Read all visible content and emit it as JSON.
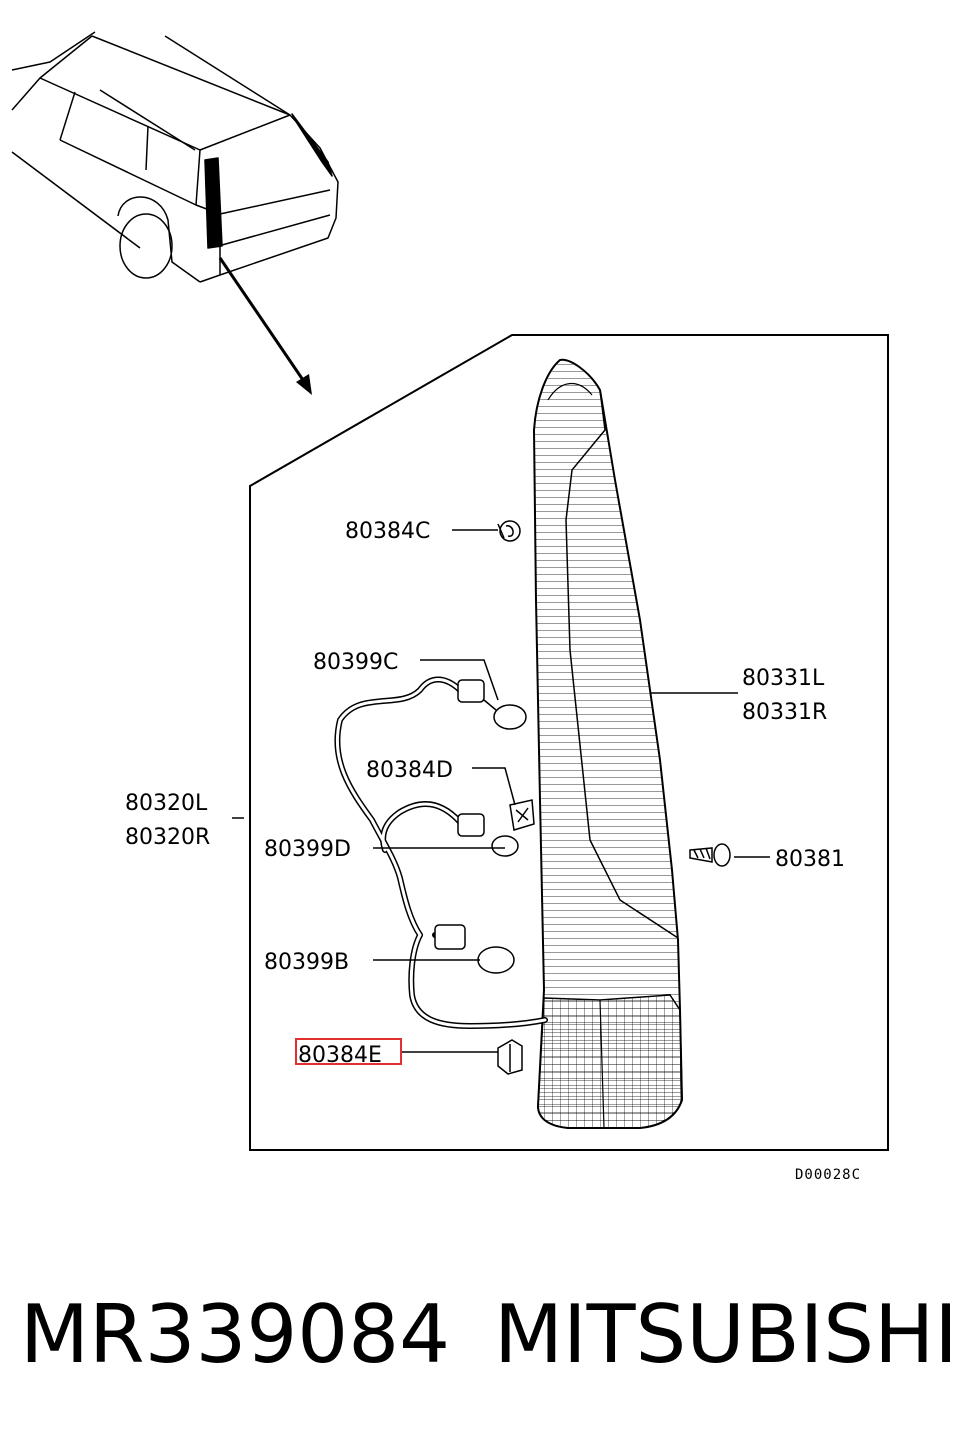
{
  "callouts": {
    "c80384C": "80384C",
    "c80399C": "80399C",
    "c80331L": "80331L",
    "c80331R": "80331R",
    "c80384D": "80384D",
    "c80320L": "80320L",
    "c80320R": "80320R",
    "c80399D": "80399D",
    "c80381": "80381",
    "c80399B": "80399B",
    "c80384E": "80384E"
  },
  "highlighted_callout": "80384E",
  "highlight_color": "#e03030",
  "diagram_code": "D00028C",
  "part_number": "MR339084",
  "brand": "MITSUBISHI"
}
